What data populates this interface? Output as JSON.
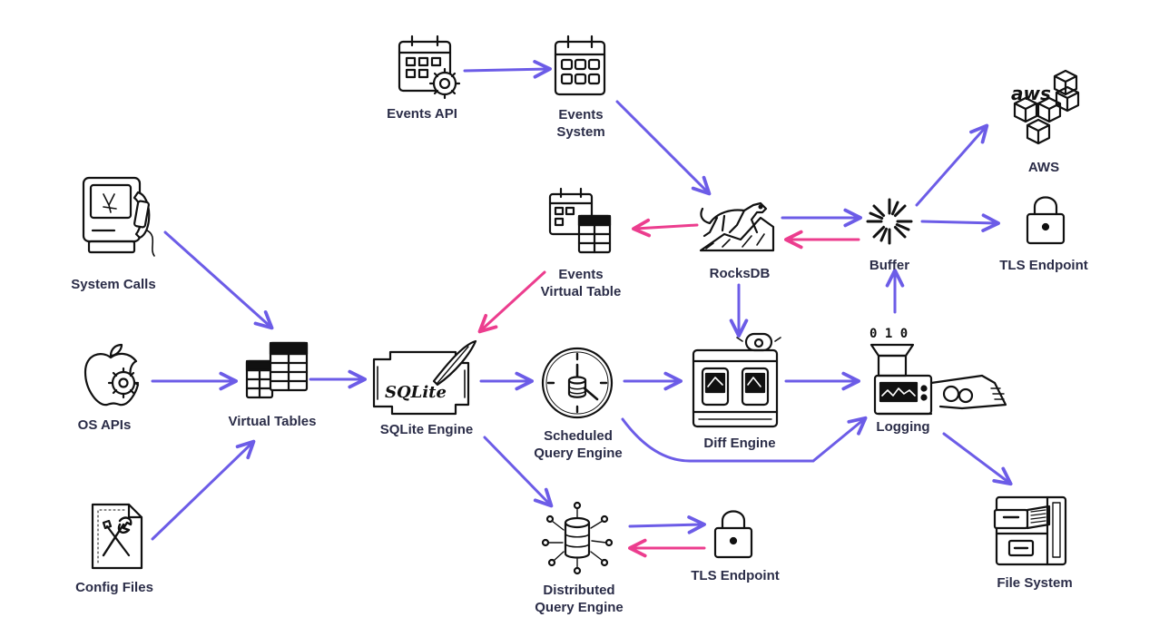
{
  "colors": {
    "forward_arrow": "#6c5ce7",
    "return_arrow": "#ec3d8e",
    "label": "#2b2d48",
    "icon_stroke": "#111111"
  },
  "labels": {
    "events_api": "Events API",
    "events_system": "Events\nSystem",
    "events_virtual_table": "Events\nVirtual Table",
    "rocksdb": "RocksDB",
    "buffer": "Buffer",
    "aws": "AWS",
    "tls_endpoint_top": "TLS Endpoint",
    "system_calls": "System Calls",
    "os_apis": "OS APIs",
    "config_files": "Config Files",
    "virtual_tables": "Virtual Tables",
    "sqlite_engine": "SQLite Engine",
    "scheduled_query_engine": "Scheduled\nQuery Engine",
    "diff_engine": "Diff Engine",
    "logging": "Logging",
    "file_system": "File System",
    "distributed_query_engine": "Distributed\nQuery Engine",
    "tls_endpoint_bottom": "TLS Endpoint"
  },
  "icon_text": {
    "aws_logo": "aws",
    "sqlite_logo": "SQLite",
    "binary_bits": "0 1 0"
  },
  "icons": [
    "calendar-gear-icon",
    "calendar-icon",
    "calendar-table-icon",
    "puma-icon",
    "burst-icon",
    "aws-cubes-icon",
    "padlock-icon",
    "retro-computer-phone-icon",
    "apple-gear-icon",
    "file-tools-icon",
    "tables-icon",
    "sqlite-engine-icon",
    "clock-database-icon",
    "diff-machine-icon",
    "printer-machine-icon",
    "file-cabinet-icon",
    "database-network-icon"
  ]
}
